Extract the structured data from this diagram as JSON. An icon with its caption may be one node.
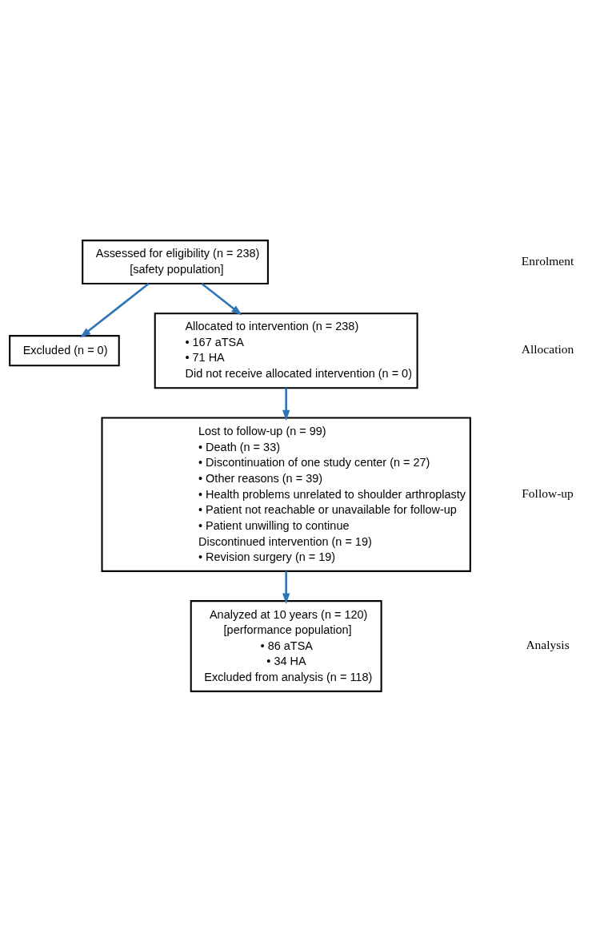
{
  "diagram": {
    "nodes": [
      {
        "text": [
          "Assessed for eligibility (n = 238)",
          "[safety population]"
        ]
      },
      {
        "text": [
          "Excluded (n = 0)"
        ]
      },
      {
        "text": [
          "Allocated to intervention (n = 238)",
          "• 167 aTSA",
          "• 71 HA",
          "Did not receive allocated intervention (n = 0)"
        ]
      },
      {
        "text": [
          "Lost to follow-up (n = 99)",
          "• Death (n = 33)",
          "• Discontinuation of one study center (n = 27)",
          "• Other reasons (n = 39)",
          "• Health problems unrelated to shoulder arthroplasty",
          "• Patient not reachable or unavailable for follow-up",
          "• Patient unwilling to continue",
          "Discontinued intervention (n = 19)",
          "• Revision surgery (n = 19)"
        ]
      },
      {
        "text": [
          "Analyzed at 10 years (n = 120)",
          "[performance population]",
          "• 86 aTSA",
          "• 34 HA",
          "Excluded from analysis (n = 118)"
        ]
      }
    ],
    "edges": [
      {
        "from": 0,
        "to": 1,
        "arrow": "to"
      },
      {
        "from": 0,
        "to": 2,
        "arrow": "to"
      },
      {
        "from": 2,
        "to": 3,
        "arrow": "to"
      },
      {
        "from": 3,
        "to": 4,
        "arrow": "to"
      }
    ],
    "labels": [
      "Enrolment",
      "Allocation",
      "Follow-up",
      "Analysis"
    ]
  }
}
